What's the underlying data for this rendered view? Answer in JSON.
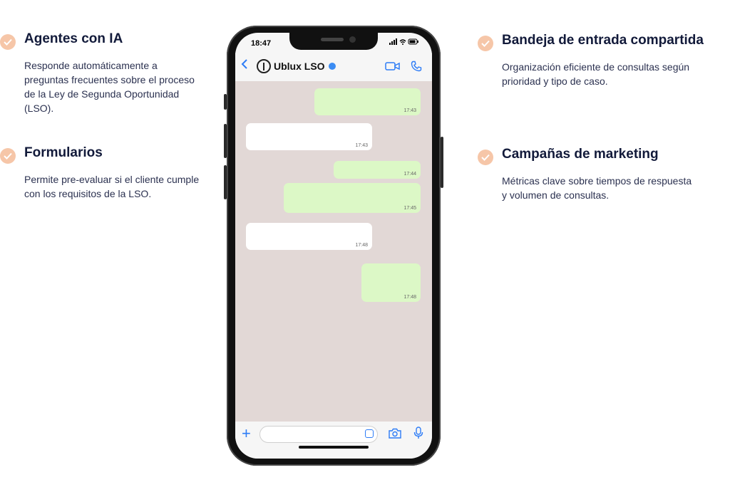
{
  "features": [
    {
      "title": "Agentes con IA",
      "body": "Responde automáticamente a preguntas frecuentes sobre el proceso de la Ley de Segunda Oportunidad (LSO)."
    },
    {
      "title": "Formularios",
      "body": "Permite pre-evaluar si el cliente cumple con los requisitos de la LSO."
    },
    {
      "title": "Bandeja de entrada compartida",
      "body": "Organización eficiente de consultas según prioridad y tipo de caso."
    },
    {
      "title": "Campañas de marketing",
      "body": "Métricas clave sobre tiempos de respuesta y volumen de consultas."
    }
  ],
  "phone": {
    "status_time": "18:47",
    "contact_name": "Ublux LSO",
    "messages": [
      {
        "dir": "out",
        "time": "17:43"
      },
      {
        "dir": "in",
        "time": "17:43"
      },
      {
        "dir": "out",
        "time": "17:44"
      },
      {
        "dir": "out",
        "time": "17:45"
      },
      {
        "dir": "in",
        "time": "17:48"
      },
      {
        "dir": "out",
        "time": "17:48"
      }
    ]
  },
  "colors": {
    "check_badge": "#f6c6a8",
    "accent_blue": "#2d7cf6",
    "chat_background": "#e2d8d6",
    "outgoing_bubble": "#dcf8c6",
    "incoming_bubble": "#ffffff"
  },
  "icons": [
    "check-icon",
    "back-icon",
    "verified-icon",
    "video-call-icon",
    "phone-call-icon",
    "plus-icon",
    "sticker-icon",
    "camera-icon",
    "mic-icon",
    "signal-icon",
    "wifi-icon",
    "battery-icon"
  ]
}
